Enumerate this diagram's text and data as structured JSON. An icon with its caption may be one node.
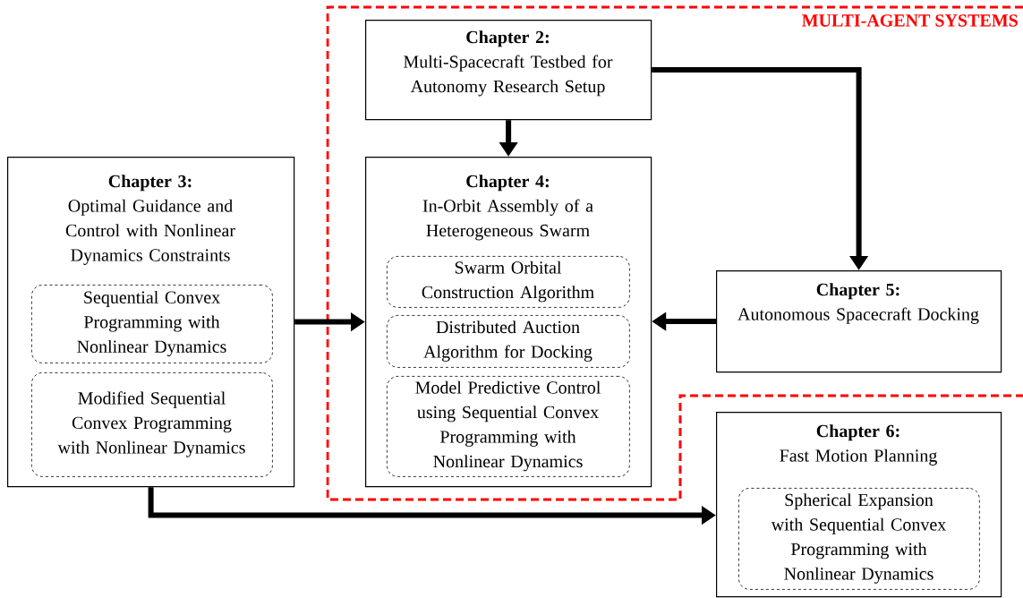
{
  "diagram": {
    "nodes": [
      {
        "text": [
          "Chapter 2:",
          "Multi-Spacecraft Testbed for Autonomy Research Setup"
        ]
      },
      {
        "text": [
          "Chapter 3:",
          "Optimal Guidance and Control with Nonlinear Dynamics Constraints"
        ]
      },
      {
        "text": [
          "Sequential Convex Programming with Nonlinear Dynamics"
        ],
        "in": 1
      },
      {
        "text": [
          "Modified Sequential Convex Programming with Nonlinear Dynamics"
        ],
        "in": 1
      },
      {
        "text": [
          "Chapter 4:",
          "In-Orbit Assembly of a Heterogeneous Swarm"
        ]
      },
      {
        "text": [
          "Swarm Orbital Construction Algorithm"
        ],
        "in": 4
      },
      {
        "text": [
          "Distributed Auction Algorithm for Docking"
        ],
        "in": 4
      },
      {
        "text": [
          "Model Predictive Control using Sequential Convex Programming with Nonlinear Dynamics"
        ],
        "in": 4
      },
      {
        "text": [
          "Chapter 5:",
          "Autonomous Spacecraft Docking"
        ]
      },
      {
        "text": [
          "Chapter 6:",
          "Fast Motion Planning"
        ]
      },
      {
        "text": [
          "Spherical Expansion with Sequential Convex Programming with Nonlinear Dynamics"
        ],
        "in": 9
      }
    ],
    "edges": [
      {
        "from": 0,
        "to": 4,
        "arrow": "to"
      },
      {
        "from": 0,
        "to": 8,
        "arrow": "to"
      },
      {
        "from": 1,
        "to": 4,
        "arrow": "to"
      },
      {
        "from": 8,
        "to": 4,
        "arrow": "to"
      },
      {
        "from": 1,
        "to": 9,
        "arrow": "to"
      }
    ],
    "labels": [
      "MULTI-AGENT SYSTEMS"
    ]
  }
}
